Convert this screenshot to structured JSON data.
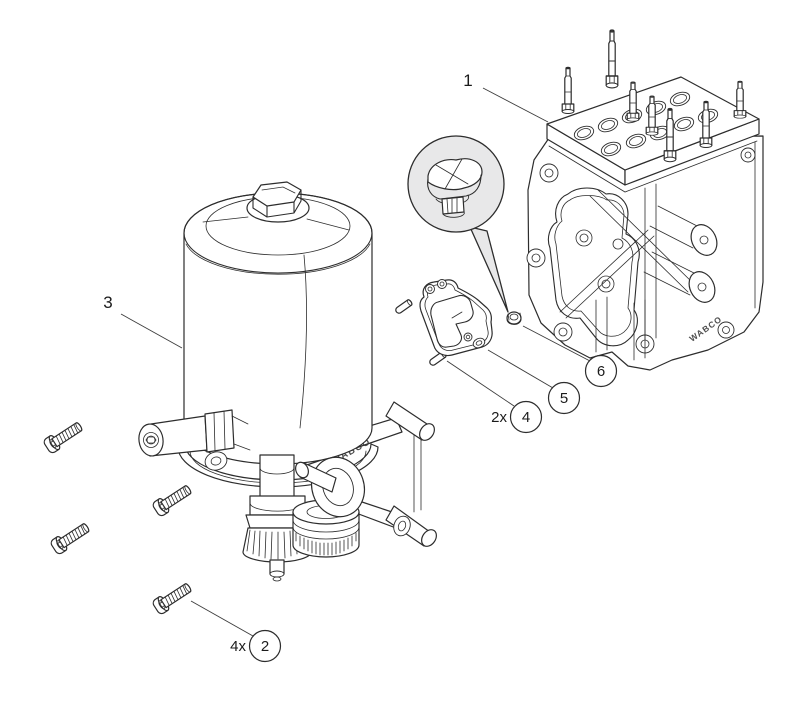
{
  "diagram": {
    "type": "exploded-parts-diagram",
    "brand": "WABCO",
    "colors": {
      "line": "#2d2d2d",
      "leader": "#3c3c3c",
      "detail_fill": "#e8e8e9",
      "text": "#1b1b1b",
      "paper": "#ffffff"
    },
    "callouts": [
      {
        "label": "1",
        "qty": "",
        "style": "plain",
        "target": "valve-block"
      },
      {
        "label": "2",
        "qty": "4x",
        "style": "circled",
        "target": "mounting-screws"
      },
      {
        "label": "3",
        "qty": "",
        "style": "plain",
        "target": "air-dryer-assembly"
      },
      {
        "label": "4",
        "qty": "2x",
        "style": "circled",
        "target": "dowel-pins"
      },
      {
        "label": "5",
        "qty": "",
        "style": "circled",
        "target": "gasket"
      },
      {
        "label": "6",
        "qty": "",
        "style": "circled",
        "target": "collar-nut"
      }
    ]
  }
}
